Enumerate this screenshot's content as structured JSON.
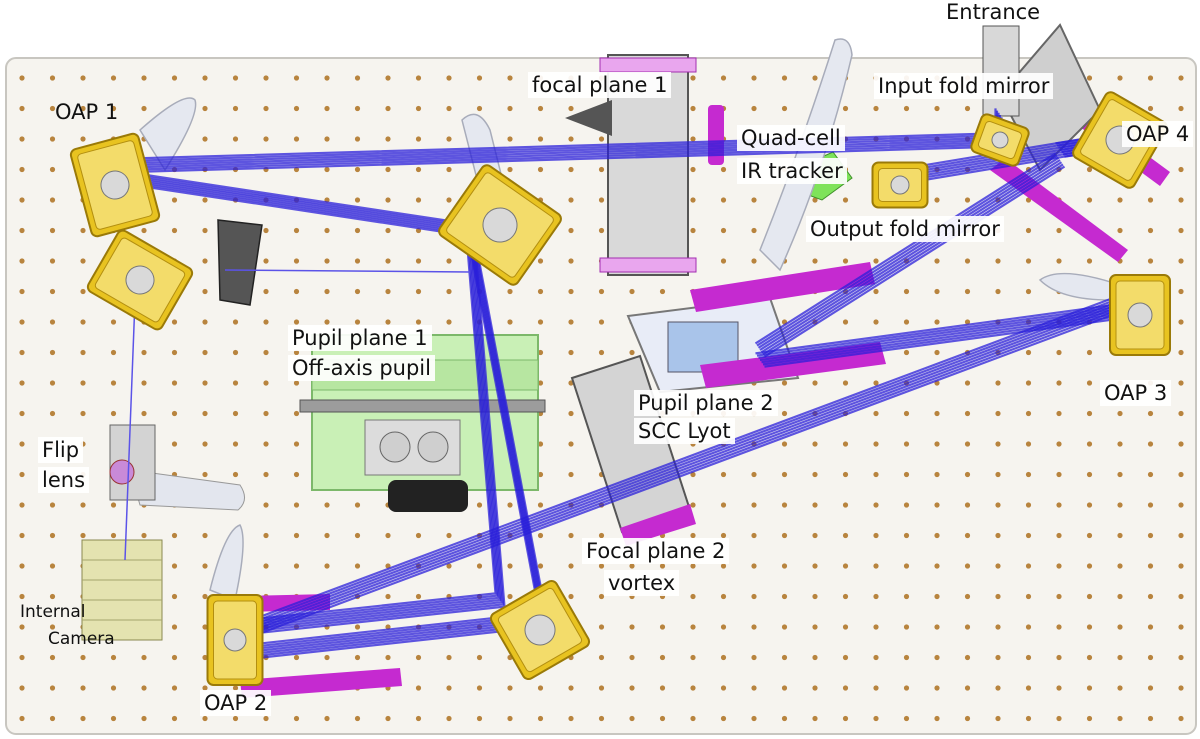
{
  "colors": {
    "beam": "#2a1fd9",
    "mount_gold": "#e8c320",
    "magenta": "#c52ad0",
    "plate": "#f6f4ef",
    "hole": "#b8843e",
    "stage_green": "#c9f0b6",
    "tracker_green": "#7ee35a"
  },
  "labels": {
    "entrance": "Entrance",
    "oap1": "OAP 1",
    "focal_plane_1": "focal plane 1",
    "quad_cell_1": "Quad-cell",
    "quad_cell_2": "IR tracker",
    "input_fold": "Input fold mirror",
    "oap4": "OAP 4",
    "output_fold": "Output fold mirror",
    "pupil1_1": "Pupil plane 1",
    "pupil1_2": "Off-axis pupil",
    "pupil2_1": "Pupil plane 2",
    "pupil2_2": "SCC Lyot",
    "oap3": "OAP 3",
    "flip_1": "Flip",
    "flip_2": "lens",
    "focal2_1": "Focal plane 2",
    "focal2_2": "vortex",
    "cam_1": "Internal",
    "cam_2": "Camera",
    "oap2": "OAP 2"
  }
}
